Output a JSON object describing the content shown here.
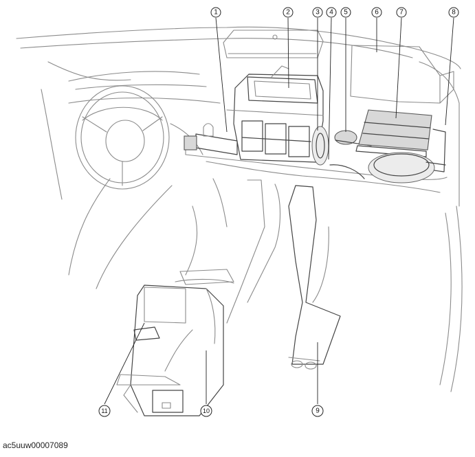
{
  "figure": {
    "caption": "ac5uuw00007089"
  },
  "callouts": [
    {
      "label": "1"
    },
    {
      "label": "2"
    },
    {
      "label": "3"
    },
    {
      "label": "4"
    },
    {
      "label": "5"
    },
    {
      "label": "6"
    },
    {
      "label": "7"
    },
    {
      "label": "8"
    },
    {
      "label": "9"
    },
    {
      "label": "10"
    },
    {
      "label": "11"
    }
  ]
}
